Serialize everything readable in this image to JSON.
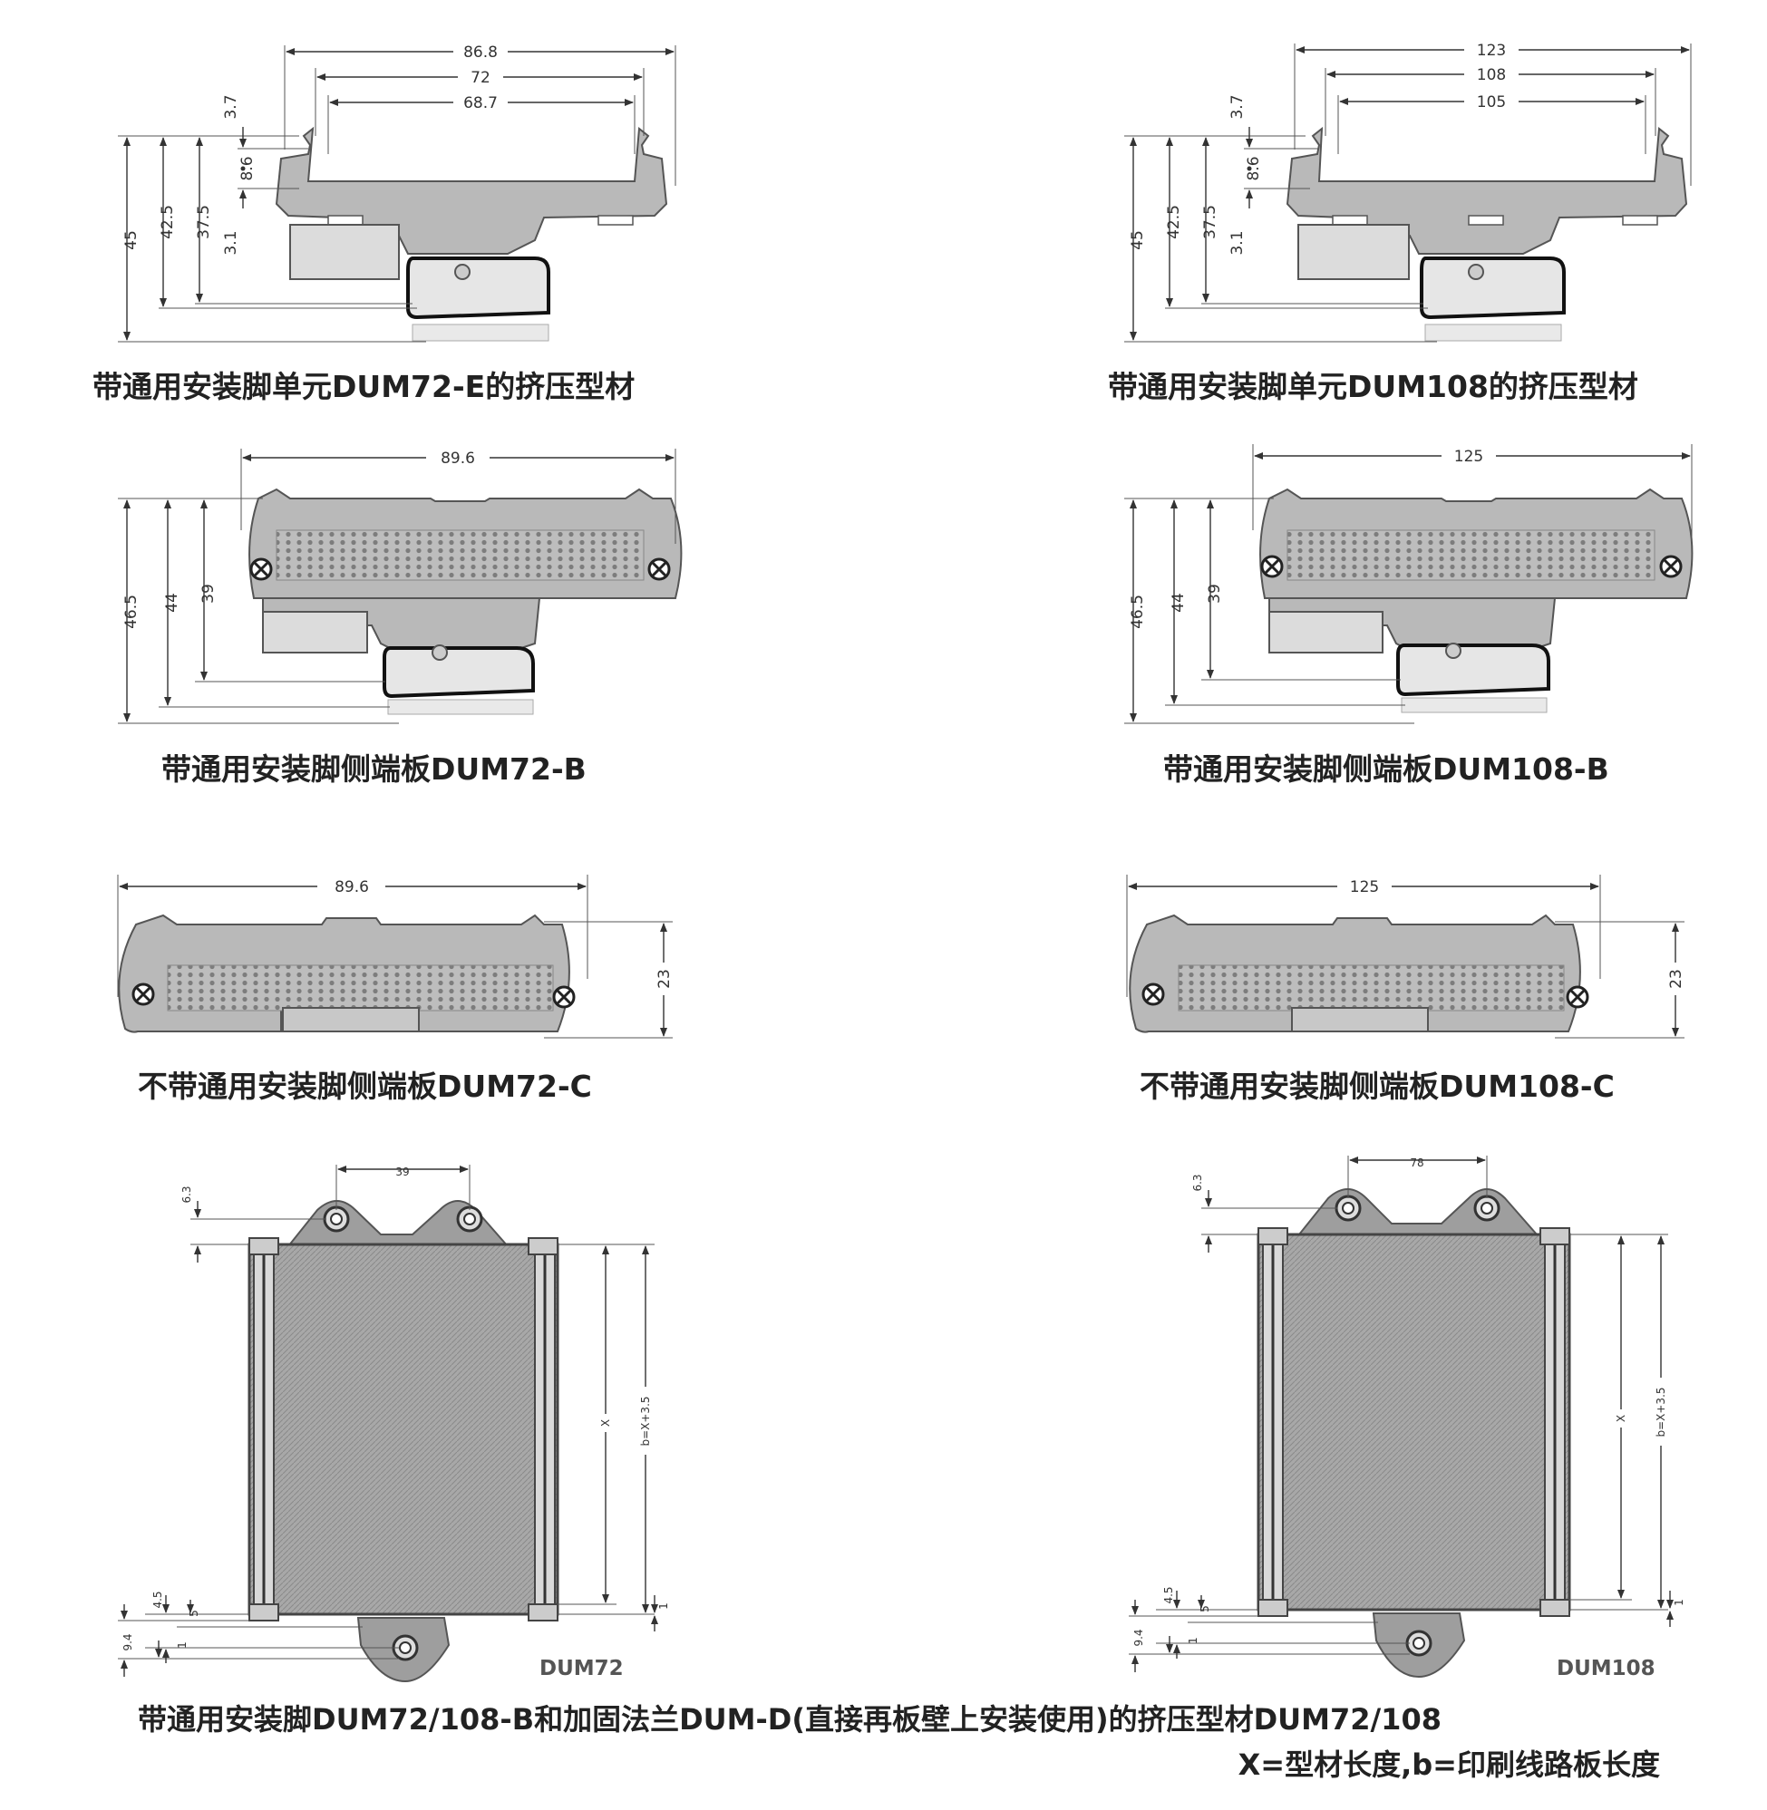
{
  "captions": {
    "p1": "带通用安装脚单元DUM72-E的挤压型材",
    "p2": "带通用安装脚单元DUM108的挤压型材",
    "p3": "带通用安装脚侧端板DUM72-B",
    "p4": "带通用安装脚侧端板DUM108-B",
    "p5": "不带通用安装脚侧端板DUM72-C",
    "p6": "不带通用安装脚侧端板DUM108-C",
    "bottom_line1": "带通用安装脚DUM72/108-B和加固法兰DUM-D(直接再板壁上安装使用)的挤压型材DUM72/108",
    "bottom_line2": "X=型材长度,b=印刷线路板长度"
  },
  "models": {
    "left": "DUM72",
    "right": "DUM108"
  },
  "dims": {
    "p1": {
      "w1": "86.8",
      "w2": "72",
      "w3": "68.7",
      "h1": "45",
      "h2": "42.5",
      "h3": "37.5",
      "t1": "3.7",
      "t2": "8.6",
      "t3": "3.1"
    },
    "p2": {
      "w1": "123",
      "w2": "108",
      "w3": "105",
      "h1": "45",
      "h2": "42.5",
      "h3": "37.5",
      "t1": "3.7",
      "t2": "8.6",
      "t3": "3.1"
    },
    "p3": {
      "w": "89.6",
      "h1": "46.5",
      "h2": "44",
      "h3": "39"
    },
    "p4": {
      "w": "125",
      "h1": "46.5",
      "h2": "44",
      "h3": "39"
    },
    "p5": {
      "w": "89.6",
      "h": "23"
    },
    "p6": {
      "w": "125",
      "h": "23"
    },
    "p7": {
      "pitch": "39",
      "top": "6.3",
      "x": "X",
      "b": "b=X+3.5",
      "d45": "4.5",
      "d5": "5",
      "d94": "9.4",
      "d1a": "1",
      "d1b": "1"
    },
    "p8": {
      "pitch": "78",
      "top": "6.3",
      "x": "X",
      "b": "b=X+3.5",
      "d45": "4.5",
      "d5": "5",
      "d94": "9.4",
      "d1a": "1",
      "d1b": "1"
    }
  }
}
